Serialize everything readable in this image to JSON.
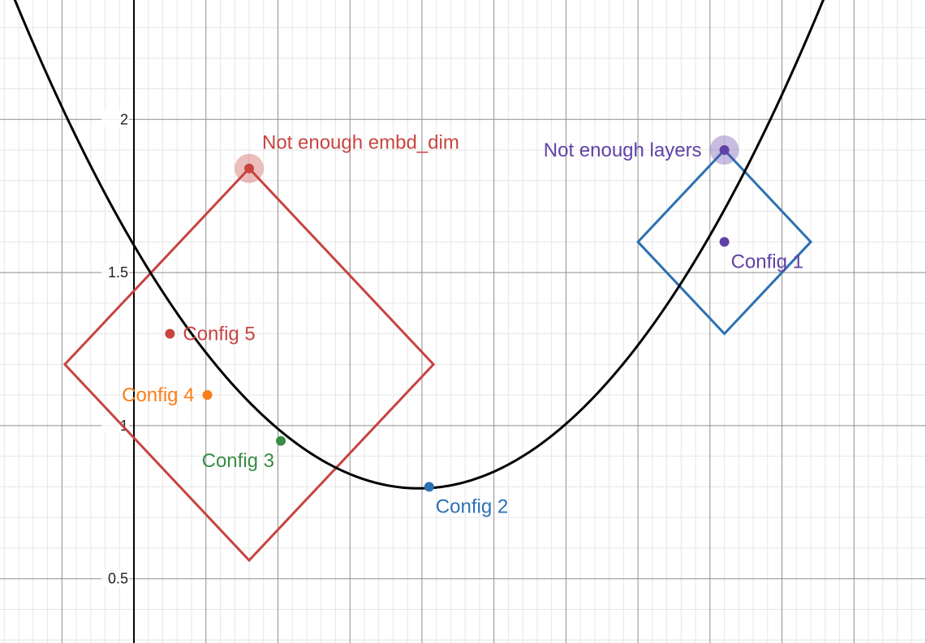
{
  "chart_data": {
    "type": "scatter",
    "title": "",
    "xlabel": "",
    "ylabel": "",
    "xlim": [
      -0.93,
      5.5
    ],
    "ylim": [
      0.29,
      2.39
    ],
    "grid": true,
    "y_ticks": [
      {
        "value": 0.5,
        "label": "0.5"
      },
      {
        "value": 1,
        "label": "1"
      },
      {
        "value": 1.5,
        "label": "1.5"
      },
      {
        "value": 2,
        "label": "2"
      }
    ],
    "curve": {
      "type": "parabola",
      "vertex": [
        1.98,
        0.795
      ],
      "a": 0.2025,
      "color": "#000000"
    },
    "points": [
      {
        "name": "Config 1",
        "x": 4.1,
        "y": 1.6,
        "color": "#6042a6",
        "label_pos": "below-right"
      },
      {
        "name": "Config 2",
        "x": 2.05,
        "y": 0.8,
        "color": "#2d70b3",
        "label_pos": "below-right"
      },
      {
        "name": "Config 3",
        "x": 1.02,
        "y": 0.95,
        "color": "#388c46",
        "label_pos": "below-left"
      },
      {
        "name": "Config 4",
        "x": 0.51,
        "y": 1.1,
        "color": "#fa7e19",
        "label_pos": "left"
      },
      {
        "name": "Config 5",
        "x": 0.25,
        "y": 1.3,
        "color": "#c74440",
        "label_pos": "right"
      }
    ],
    "highlights": [
      {
        "name": "Not enough embd_dim",
        "x": 0.8,
        "y": 1.84,
        "color": "#c74440",
        "label_pos": "above-right"
      },
      {
        "name": "Not enough layers",
        "x": 4.1,
        "y": 1.9,
        "color": "#6042a6",
        "label_pos": "left"
      }
    ],
    "diamonds": [
      {
        "center": [
          0.8,
          1.2
        ],
        "half_width": 1.28,
        "half_height": 0.64,
        "color": "#c74440"
      },
      {
        "center": [
          4.1,
          1.6
        ],
        "half_width": 0.6,
        "half_height": 0.3,
        "color": "#2d70b3"
      }
    ]
  }
}
